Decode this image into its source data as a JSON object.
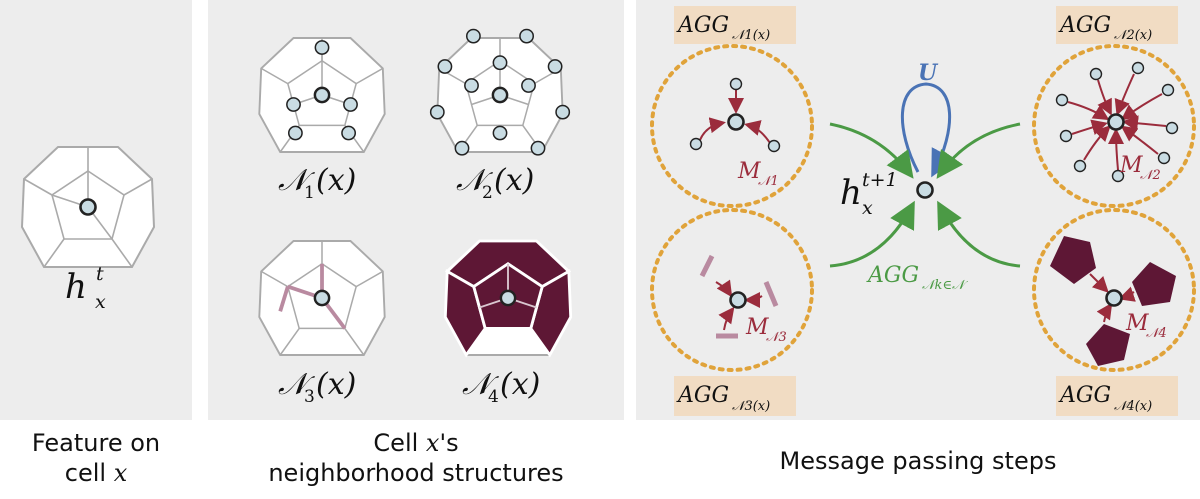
{
  "panels": {
    "feature": {
      "label": "h",
      "sup": "t",
      "sub": "x",
      "caption_line1": "Feature on",
      "caption_line2_text": "cell ",
      "caption_line2_math": "x"
    },
    "neighborhoods": {
      "n1": {
        "main": "𝒩",
        "sub": "1",
        "arg": "(x)"
      },
      "n2": {
        "main": "𝒩",
        "sub": "2",
        "arg": "(x)"
      },
      "n3": {
        "main": "𝒩",
        "sub": "3",
        "arg": "(x)"
      },
      "n4": {
        "main": "𝒩",
        "sub": "4",
        "arg": "(x)"
      },
      "caption_line1_text": "Cell ",
      "caption_line1_math": "x",
      "caption_line1_suffix": "'s",
      "caption_line2": "neighborhood structures"
    },
    "message": {
      "agg1": {
        "main": "AGG",
        "sub": "𝒩1(x)"
      },
      "agg2": {
        "main": "AGG",
        "sub": "𝒩2(x)"
      },
      "agg3": {
        "main": "AGG",
        "sub": "𝒩3(x)"
      },
      "agg4": {
        "main": "AGG",
        "sub": "𝒩4(x)"
      },
      "m1": {
        "main": "M",
        "sub": "𝒩1"
      },
      "m2": {
        "main": "M",
        "sub": "𝒩2"
      },
      "m3": {
        "main": "M",
        "sub": "𝒩3"
      },
      "m4": {
        "main": "M",
        "sub": "𝒩4"
      },
      "update": "U",
      "out": {
        "label": "h",
        "sup": "t+1",
        "sub": "x"
      },
      "agg_all": {
        "main": "AGG",
        "sub": "𝒩k∈𝒩"
      },
      "caption": "Message passing steps"
    }
  },
  "colors": {
    "panel_bg": "#ededed",
    "node_fill": "#c9dce3",
    "edge_gray": "#aaaaaa",
    "maroon": "#5e1735",
    "message_red": "#9b2c3c",
    "update_blue": "#4a73b5",
    "agg_green": "#4b9a45",
    "dotted_orange": "#e0a33a",
    "agg_box": "#f1dcc3"
  }
}
